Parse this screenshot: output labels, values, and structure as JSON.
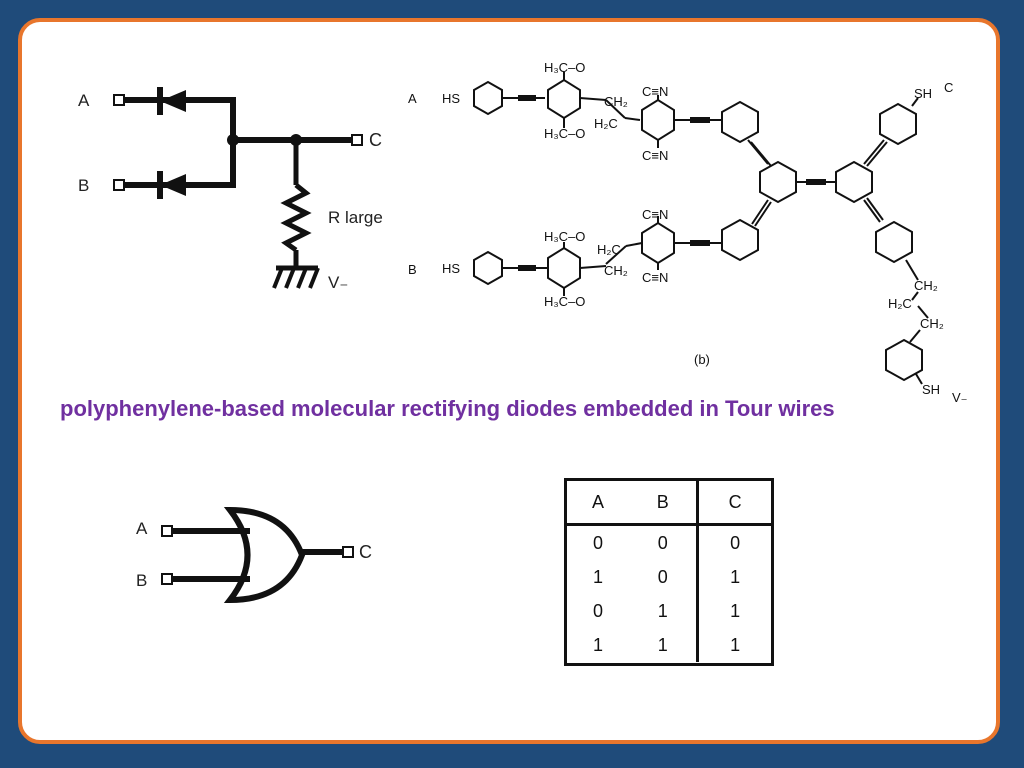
{
  "circuit": {
    "input_a": "A",
    "input_b": "B",
    "output_c": "C",
    "resistor_label": "R large",
    "ground_label": "V₋"
  },
  "molecule": {
    "label_a": "A",
    "label_b": "B",
    "label_c": "C",
    "label_v": "V₋",
    "figure_label": "(b)",
    "groups": {
      "hs": "HS",
      "sh": "SH",
      "h3co": "H₃C–O",
      "cn": "C≡N",
      "ch2": "CH₂",
      "h2c": "H₂C"
    }
  },
  "caption": "polyphenylene-based molecular rectifying diodes embedded in Tour wires",
  "or_gate": {
    "input_a": "A",
    "input_b": "B",
    "output_c": "C"
  },
  "truth_table": {
    "headers": [
      "A",
      "B",
      "C"
    ],
    "rows": [
      [
        "0",
        "0",
        "0"
      ],
      [
        "1",
        "0",
        "1"
      ],
      [
        "0",
        "1",
        "1"
      ],
      [
        "1",
        "1",
        "1"
      ]
    ]
  },
  "colors": {
    "background": "#1f4b7a",
    "frame": "#e8762c",
    "caption": "#7030a0"
  }
}
